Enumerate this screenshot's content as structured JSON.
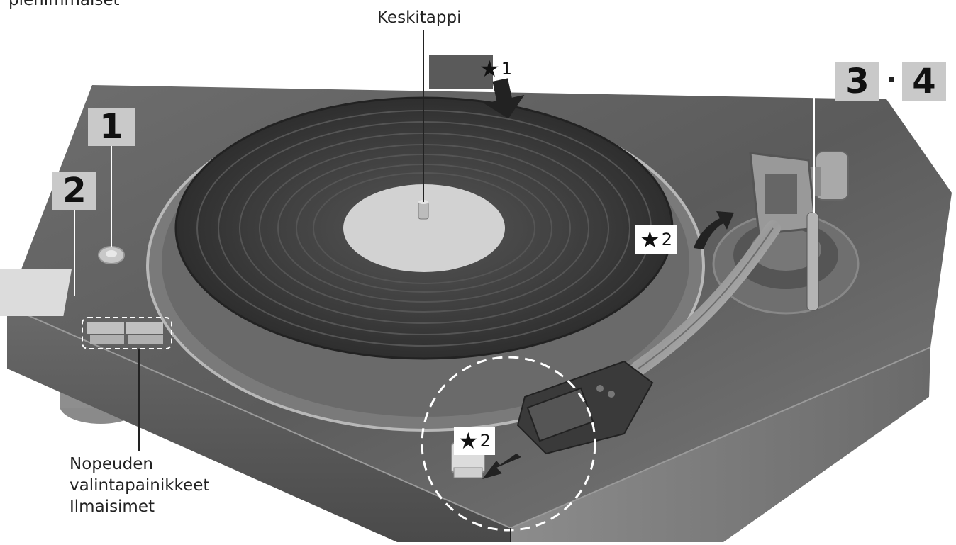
{
  "labels": {
    "top_left_partial": "pienimmäiset",
    "center_pin": "Keskitappi",
    "speed_buttons_line1": "Nopeuden",
    "speed_buttons_line2": "valintapainikkeet",
    "indicators": "Ilmaisimet"
  },
  "steps": {
    "one": "1",
    "two": "2",
    "three": "3",
    "dot": "·",
    "four": "4"
  },
  "stars": {
    "symbol": "★",
    "star1_num": "1",
    "star2_num": "2",
    "star2b_num": "2"
  },
  "colors": {
    "step_box": "#c9c9c9",
    "body_dark": "#5a5a5a",
    "record": "#3a3a3a",
    "label_area": "#d2d2d2"
  }
}
